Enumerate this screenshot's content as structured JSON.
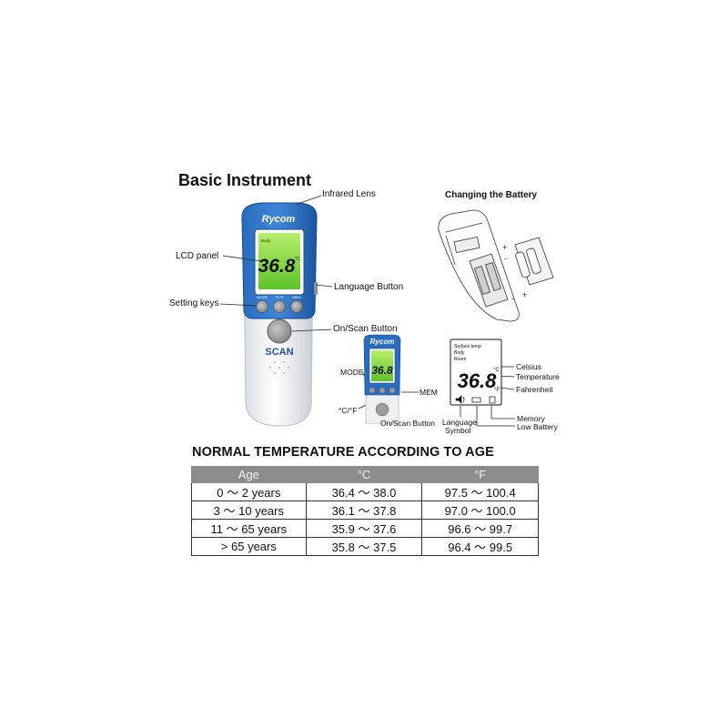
{
  "title": "Basic Instrument",
  "labels": {
    "infrared_lens": "Infrared Lens",
    "lcd_panel": "LCD panel",
    "language_button": "Language Button",
    "setting_keys": "Setting keys",
    "on_scan_button": "On/Scan Button",
    "mode": "MODE",
    "mem": "MEM",
    "c_f": "°C/°F",
    "on_scan_button_2": "On/Scan Button"
  },
  "device": {
    "brand": "Rycom",
    "scan_label": "SCAN",
    "lcd_mode": "Body",
    "lcd_reading": "36.8",
    "lcd_unit": "°C",
    "key_labels": [
      "MODE",
      "°C °F",
      "MEM"
    ]
  },
  "battery": {
    "title": "Changing the Battery"
  },
  "lcd_diagram": {
    "modes": [
      "Surface temp",
      "Body",
      "Room"
    ],
    "reading": "36.8",
    "unit_c": "°C",
    "unit_f": "°F",
    "callouts": {
      "celsius": "Celsius",
      "temperature": "Temperature",
      "fahrenheit": "Fahrenheit",
      "memory": "Memory",
      "low_battery": "Low Battery",
      "language_symbol_1": "Language",
      "language_symbol_2": "Symbol"
    }
  },
  "table": {
    "title": "NORMAL TEMPERATURE ACCORDING TO AGE",
    "headers": [
      "Age",
      "°C",
      "°F"
    ],
    "rows": [
      [
        "0 ～ 2 years",
        "36.4 ～ 38.0",
        "97.5 ～ 100.4"
      ],
      [
        "3 ～ 10 years",
        "36.1 ～ 37.8",
        "97.0 ～ 100.0"
      ],
      [
        "11 ～ 65 years",
        "35.9 ～ 37.6",
        "96.6 ～ 99.7"
      ],
      [
        "> 65 years",
        "35.8 ～ 37.5",
        "96.4 ～ 99.5"
      ]
    ]
  },
  "colors": {
    "device_blue": "#1f63b5",
    "lcd_green": "#7fd63a",
    "header_gray": "#8c8c8c"
  }
}
